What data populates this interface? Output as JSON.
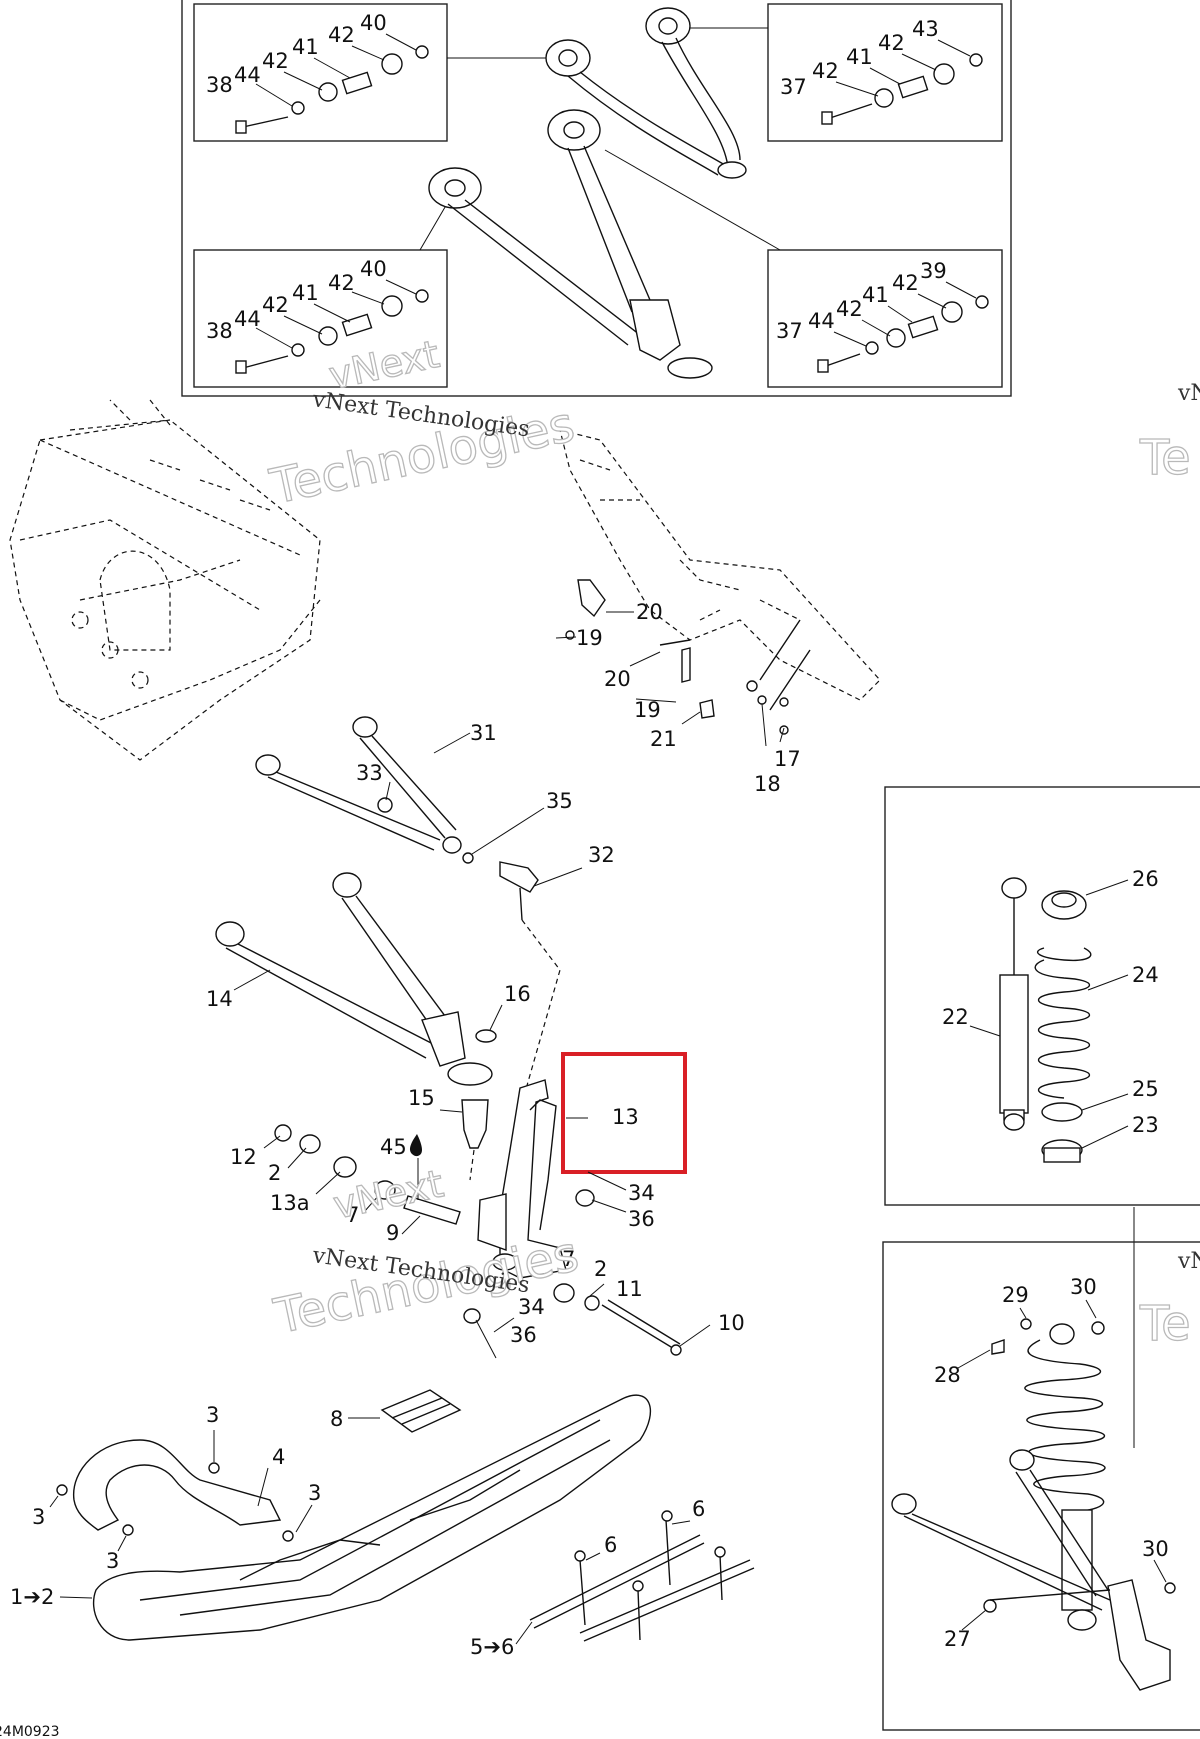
{
  "watermark": {
    "line1": "vNext",
    "line2": "Technologies",
    "caption": "vNext Technologies",
    "edge_caption": "vN",
    "edge_word": "Te"
  },
  "highlight_color": "#d91f26",
  "drawing_code": "24M0923",
  "labels": {
    "p1_2": "1➔2",
    "p3a": "3",
    "p3b": "3",
    "p3c": "3",
    "p3d": "3",
    "p4": "4",
    "p5_6": "5➔6",
    "p6a": "6",
    "p6b": "6",
    "p7a": "7",
    "p7b": "7",
    "p8": "8",
    "p9": "9",
    "p10": "10",
    "p11": "11",
    "p12": "12",
    "p2a": "2",
    "p2b": "2",
    "p13": "13",
    "p13a": "13a",
    "p14": "14",
    "p15": "15",
    "p16": "16",
    "p17": "17",
    "p18": "18",
    "p19a": "19",
    "p19b": "19",
    "p20a": "20",
    "p20b": "20",
    "p21": "21",
    "p22": "22",
    "p23": "23",
    "p24": "24",
    "p25": "25",
    "p26": "26",
    "p27": "27",
    "p28": "28",
    "p29": "29",
    "p30a": "30",
    "p30b": "30",
    "p31": "31",
    "p32": "32",
    "p33": "33",
    "p34a": "34",
    "p34b": "34",
    "p35": "35",
    "p36a": "36",
    "p36b": "36",
    "p45": "45",
    "tl": [
      "38",
      "44",
      "42",
      "41",
      "42",
      "40"
    ],
    "tr": [
      "37",
      "42",
      "41",
      "42",
      "43"
    ],
    "bl": [
      "38",
      "44",
      "42",
      "41",
      "42",
      "40"
    ],
    "br": [
      "37",
      "44",
      "42",
      "41",
      "42",
      "39"
    ]
  }
}
